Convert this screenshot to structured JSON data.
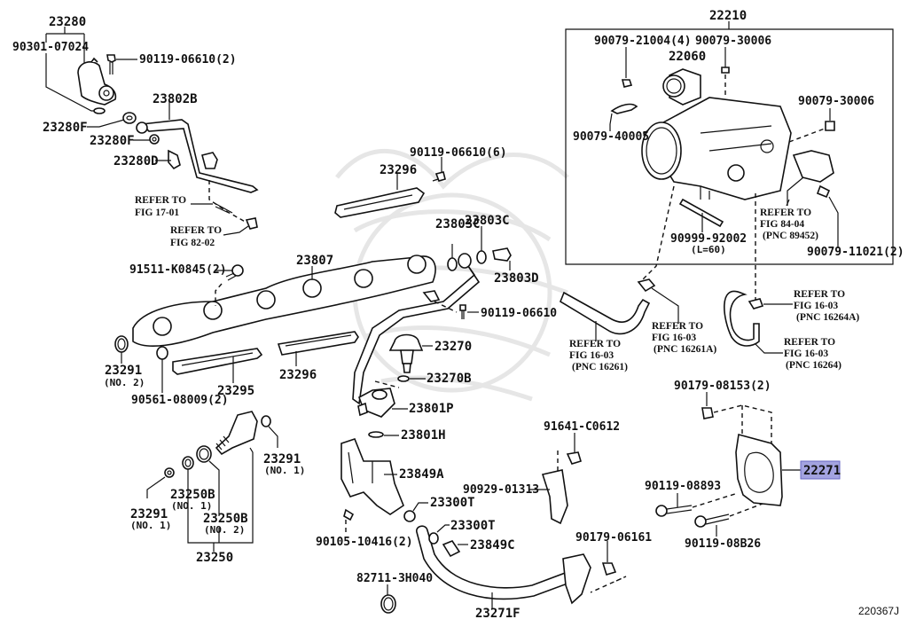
{
  "diagram": {
    "figure_id": "220367J",
    "highlighted_part": "22271",
    "highlight_color": "#a3a3e0",
    "labels": {
      "p23280": "23280",
      "p90301": "90301-07024",
      "p90119_06610_2": "90119-06610(2)",
      "p23802B": "23802B",
      "p23280F_a": "23280F",
      "p23280F_b": "23280F",
      "p23280D": "23280D",
      "ref_17_01": [
        "REFER TO",
        "FIG 17-01"
      ],
      "ref_82_02": [
        "REFER TO",
        "FIG 82-02"
      ],
      "p90119_06610_6": "90119-06610(6)",
      "p23296_top": "23296",
      "p23803C_a": "23803C",
      "p23803C_b": "23803C",
      "p23803D": "23803D",
      "p91511": "91511-K0845(2)",
      "p23807": "23807",
      "p90119_06610": "90119-06610",
      "p23291_no2": "23291",
      "no2_a": "(NO. 2)",
      "p90561": "90561-08009(2)",
      "p23295": "23295",
      "p23296_bot": "23296",
      "p23270": "23270",
      "p23270B": "23270B",
      "p23801P": "23801P",
      "p23801H": "23801H",
      "p23291_no1_r": "23291",
      "no1_r": "(NO. 1)",
      "p23849A": "23849A",
      "p23250B_1": "23250B",
      "no1_b": "(NO. 1)",
      "p23250B_2": "23250B",
      "no2_b": "(NO. 2)",
      "p23291_no1_l": "23291",
      "no1_l": "(NO. 1)",
      "p23250": "23250",
      "p23300T_a": "23300T",
      "p23300T_b": "23300T",
      "p23849C": "23849C",
      "p90105": "90105-10416(2)",
      "p82711": "82711-3H040",
      "p23271F": "23271F",
      "p91641": "91641-C0612",
      "p90929": "90929-01313",
      "p90179_06161": "90179-06161",
      "p22210": "22210",
      "p90079_21004": "90079-21004(4)",
      "p90079_30006_a": "90079-30006",
      "p22060": "22060",
      "p90079_30006_b": "90079-30006",
      "p90079_40005": "90079-40005",
      "ref_84_04": [
        "REFER TO",
        "FIG 84-04",
        "(PNC 89452)"
      ],
      "p90999": "90999-92002",
      "l60": "(L=60)",
      "p90079_11021": "90079-11021(2)",
      "ref_16261": [
        "REFER TO",
        "FIG 16-03",
        "(PNC 16261)"
      ],
      "ref_16261A": [
        "REFER TO",
        "FIG 16-03",
        "(PNC 16261A)"
      ],
      "ref_16264A": [
        "REFER TO",
        "FIG 16-03",
        "(PNC 16264A)"
      ],
      "ref_16264": [
        "REFER TO",
        "FIG 16-03",
        "(PNC 16264)"
      ],
      "p90179_08153": "90179-08153(2)",
      "p22271": "22271",
      "p90119_08893": "90119-08893",
      "p90119_08B26": "90119-08B26"
    }
  }
}
